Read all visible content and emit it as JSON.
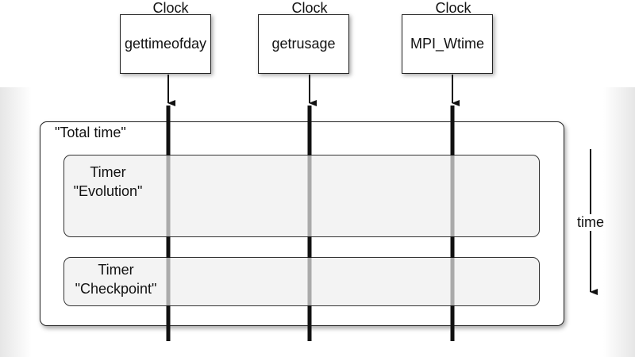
{
  "clocks": [
    {
      "caption": "Clock",
      "name": "gettimeofday"
    },
    {
      "caption": "Clock",
      "name": "getrusage"
    },
    {
      "caption": "Clock",
      "name": "MPI_Wtime"
    }
  ],
  "total_box": {
    "label": "\"Total time\""
  },
  "timers": [
    {
      "prefix": "Timer",
      "name": "\"Evolution\""
    },
    {
      "prefix": "Timer",
      "name": "\"Checkpoint\""
    }
  ],
  "time_axis": {
    "label": "time"
  },
  "colors": {
    "line": "#111111",
    "line_inside_timer": "#aaaaaa",
    "timer_fill": "#f3f3f3"
  }
}
